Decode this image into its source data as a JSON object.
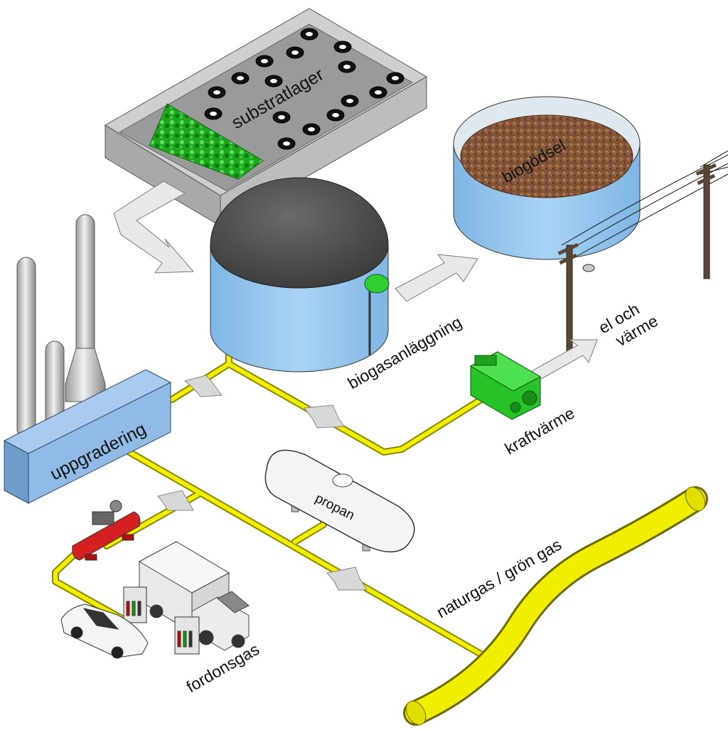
{
  "labels": {
    "substratlager": "substratlager",
    "biogodsel": "biogödsel",
    "biogasanlaggning": "biogasanläggning",
    "el_och": "el och",
    "varme": "värme",
    "kraftvarme": "kraftvärme",
    "uppgradering": "uppgradering",
    "propan": "propan",
    "naturgas": "naturgas / grön gas",
    "fordonsgas": "fordonsgas"
  },
  "colors": {
    "pipe": "#f2ee00",
    "pipe_outline": "#8a8600",
    "tank_blue": "#8ec4ee",
    "dome": "#4a4a4a",
    "concrete": "#b9b9b9",
    "digestate": "#8a5a3c",
    "silage": "#2fbf2f",
    "engine": "#27c227",
    "arrow": "#e6e6e6",
    "compressor": "#d42020"
  }
}
